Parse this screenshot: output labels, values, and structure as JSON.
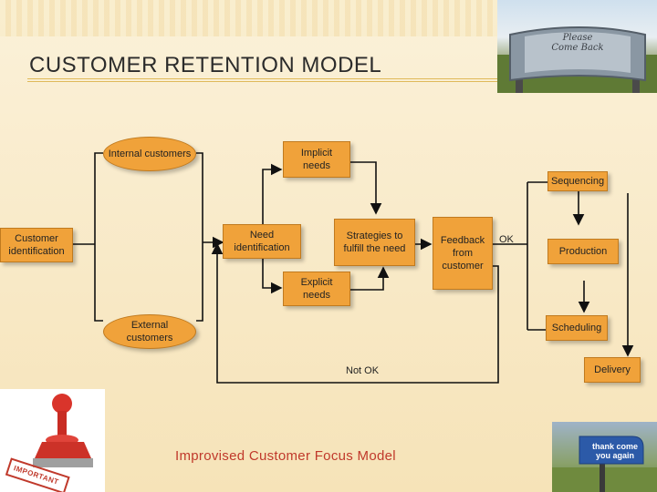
{
  "slide": {
    "title": "CUSTOMER RETENTION MODEL",
    "caption": "Improvised Customer Focus Model",
    "sign_text": "Please Come Back",
    "mailbox_text": "thank come you again",
    "stamp_text": "IMPORTANT"
  },
  "diagram": {
    "internal_customers": "Internal customers",
    "external_customers": "External customers",
    "customer_identification": "Customer identification",
    "implicit_needs": "Implicit needs",
    "explicit_needs": "Explicit needs",
    "need_identification": "Need identification",
    "strategies": "Strategies to fulfill the need",
    "feedback": "Feedback from customer",
    "ok_label": "OK",
    "not_ok_label": "Not OK",
    "sequencing": "Sequencing",
    "production": "Production",
    "scheduling": "Scheduling",
    "delivery": "Delivery"
  },
  "colors": {
    "box_fill": "#f0a23a",
    "caption": "#c0392b"
  }
}
